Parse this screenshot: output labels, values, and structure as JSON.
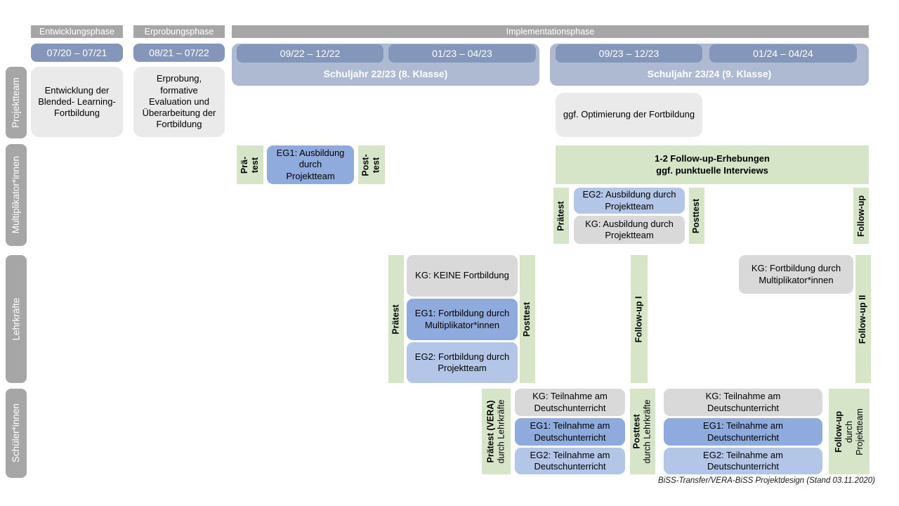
{
  "caption": "BiSS-Transfer/VERA-BiSS Projektdesign (Stand 03.11.2020)",
  "phases": {
    "p1": "Entwicklungsphase",
    "p2": "Erprobungsphase",
    "p3": "Implementationsphase"
  },
  "dates": {
    "d1": "07/20 – 07/21",
    "d2": "08/21 – 07/22",
    "d3": "09/22 – 12/22",
    "d4": "01/23 – 04/23",
    "d5": "09/23 – 12/23",
    "d6": "01/24 – 04/24"
  },
  "school_years": {
    "sy1": "Schuljahr 22/23 (8. Klasse)",
    "sy2": "Schuljahr 23/24 (9. Klasse)"
  },
  "row_labels": {
    "r1": "Projektteam",
    "r2": "Multiplikator*innen",
    "r3": "Lehrkräfte",
    "r4": "Schüler*innen"
  },
  "projektteam": {
    "development": "Entwicklung der Blended- Learning- Fortbildung",
    "testing": "Erprobung, formative Evaluation und Überarbeitung der Fortbildung",
    "optimization": "ggf. Optimierung der Fortbildung"
  },
  "multiplikatoren": {
    "praetest_l1": "Prä-",
    "praetest_l2": "test",
    "eg1": "EG1: Ausbildung durch Projektteam",
    "posttest_l1": "Post-",
    "posttest_l2": "test",
    "followup_box_l1": "1-2 Follow-up-Erhebungen",
    "followup_box_l2": "ggf. punktuelle Interviews",
    "praetest2": "Prätest",
    "eg2": "EG2: Ausbildung durch Projektteam",
    "kg": "KG: Ausbildung durch Projektteam",
    "posttest2": "Posttest",
    "followup": "Follow-up"
  },
  "lehrkraefte": {
    "praetest": "Prätest",
    "kg": "KG: KEINE Fortbildung",
    "eg1": "EG1: Fortbildung durch Multiplikator*innen",
    "eg2": "EG2: Fortbildung durch Projektteam",
    "posttest": "Posttest",
    "followup1": "Follow-up I",
    "kg2": "KG: Fortbildung durch Multiplikator*innen",
    "followup2": "Follow-up II"
  },
  "schueler": {
    "praetest_main": "Prätest (VERA)",
    "praetest_sub": "durch Lehrkräfte",
    "kg": "KG: Teilnahme am Deutschunterricht",
    "eg1": "EG1: Teilnahme am Deutschunterricht",
    "eg2": "EG2: Teilnahme am Deutschunterricht",
    "posttest_main": "Posttest",
    "posttest_sub": "durch Lehrkräfte",
    "followup_main": "Follow-up",
    "followup_sub1": "durch",
    "followup_sub2": "Projektteam"
  },
  "colors": {
    "phase_gray": "#a6a6a6",
    "date_blue": "#8497ba",
    "year_blue": "#aeb9d2",
    "green": "#d6e4c8",
    "eg1_blue": "#8faadc",
    "eg2_blue": "#b4c6e7",
    "kg_gray": "#d9d9d9",
    "box_gray": "#eaeaea"
  }
}
